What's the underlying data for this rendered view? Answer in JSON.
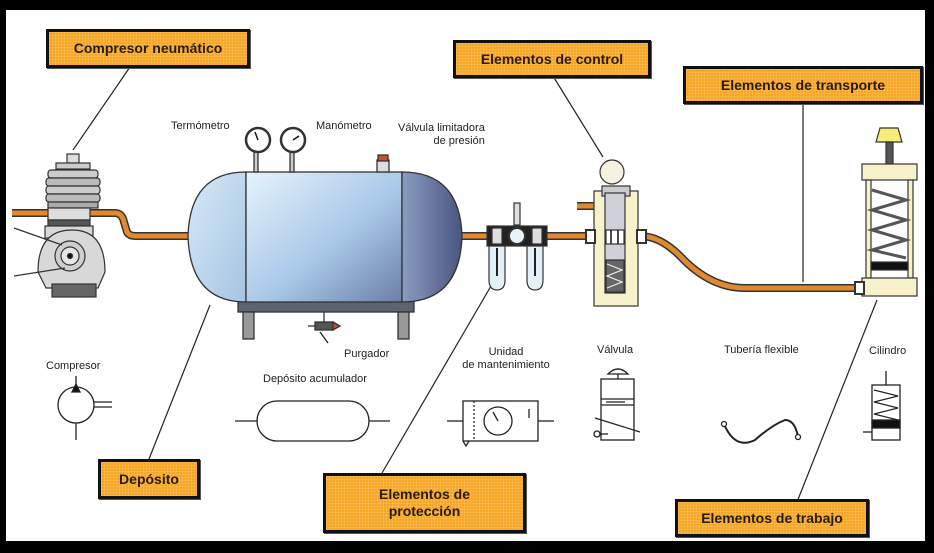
{
  "callouts": {
    "compresor_neumatico": "Compresor neumático",
    "elementos_control": "Elementos de control",
    "elementos_transporte": "Elementos de transporte",
    "deposito": "Depósito",
    "elementos_proteccion_line1": "Elementos de",
    "elementos_proteccion_line2": "protección",
    "elementos_trabajo": "Elementos de trabajo"
  },
  "component_labels": {
    "termometro": "Termómetro",
    "manometro": "Manómetro",
    "valvula_limitadora_line1": "Válvula limitadora",
    "valvula_limitadora_line2": "de presión",
    "purgador": "Purgador"
  },
  "symbol_labels": {
    "compresor": "Compresor",
    "deposito_acumulador": "Depósito acumulador",
    "unidad_line1": "Unidad",
    "unidad_line2": "de mantenimiento",
    "valvula": "Válvula",
    "tuberia_flexible": "Tubería flexible",
    "cilindro": "Cilindro"
  },
  "colors": {
    "callout_fill": "#f5a623",
    "pipe": "#e0892f",
    "tank": "#a9c8e8",
    "frame": "#000000"
  }
}
